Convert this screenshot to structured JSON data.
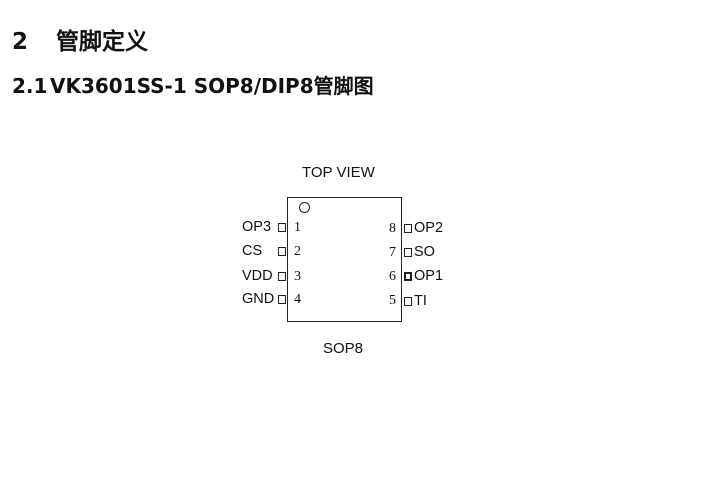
{
  "section": {
    "number": "2",
    "title": "管脚定义"
  },
  "subsection": {
    "number": "2.1",
    "title": "VK3601SS-1 SOP8/DIP8管脚图"
  },
  "diagram": {
    "view_label": "TOP VIEW",
    "package_label": "SOP8",
    "left_pins": [
      {
        "number": "1",
        "name": "OP3"
      },
      {
        "number": "2",
        "name": "CS"
      },
      {
        "number": "3",
        "name": "VDD"
      },
      {
        "number": "4",
        "name": "GND"
      }
    ],
    "right_pins": [
      {
        "number": "8",
        "name": "OP2"
      },
      {
        "number": "7",
        "name": "SO"
      },
      {
        "number": "6",
        "name": "OP1"
      },
      {
        "number": "5",
        "name": "TI"
      }
    ]
  }
}
